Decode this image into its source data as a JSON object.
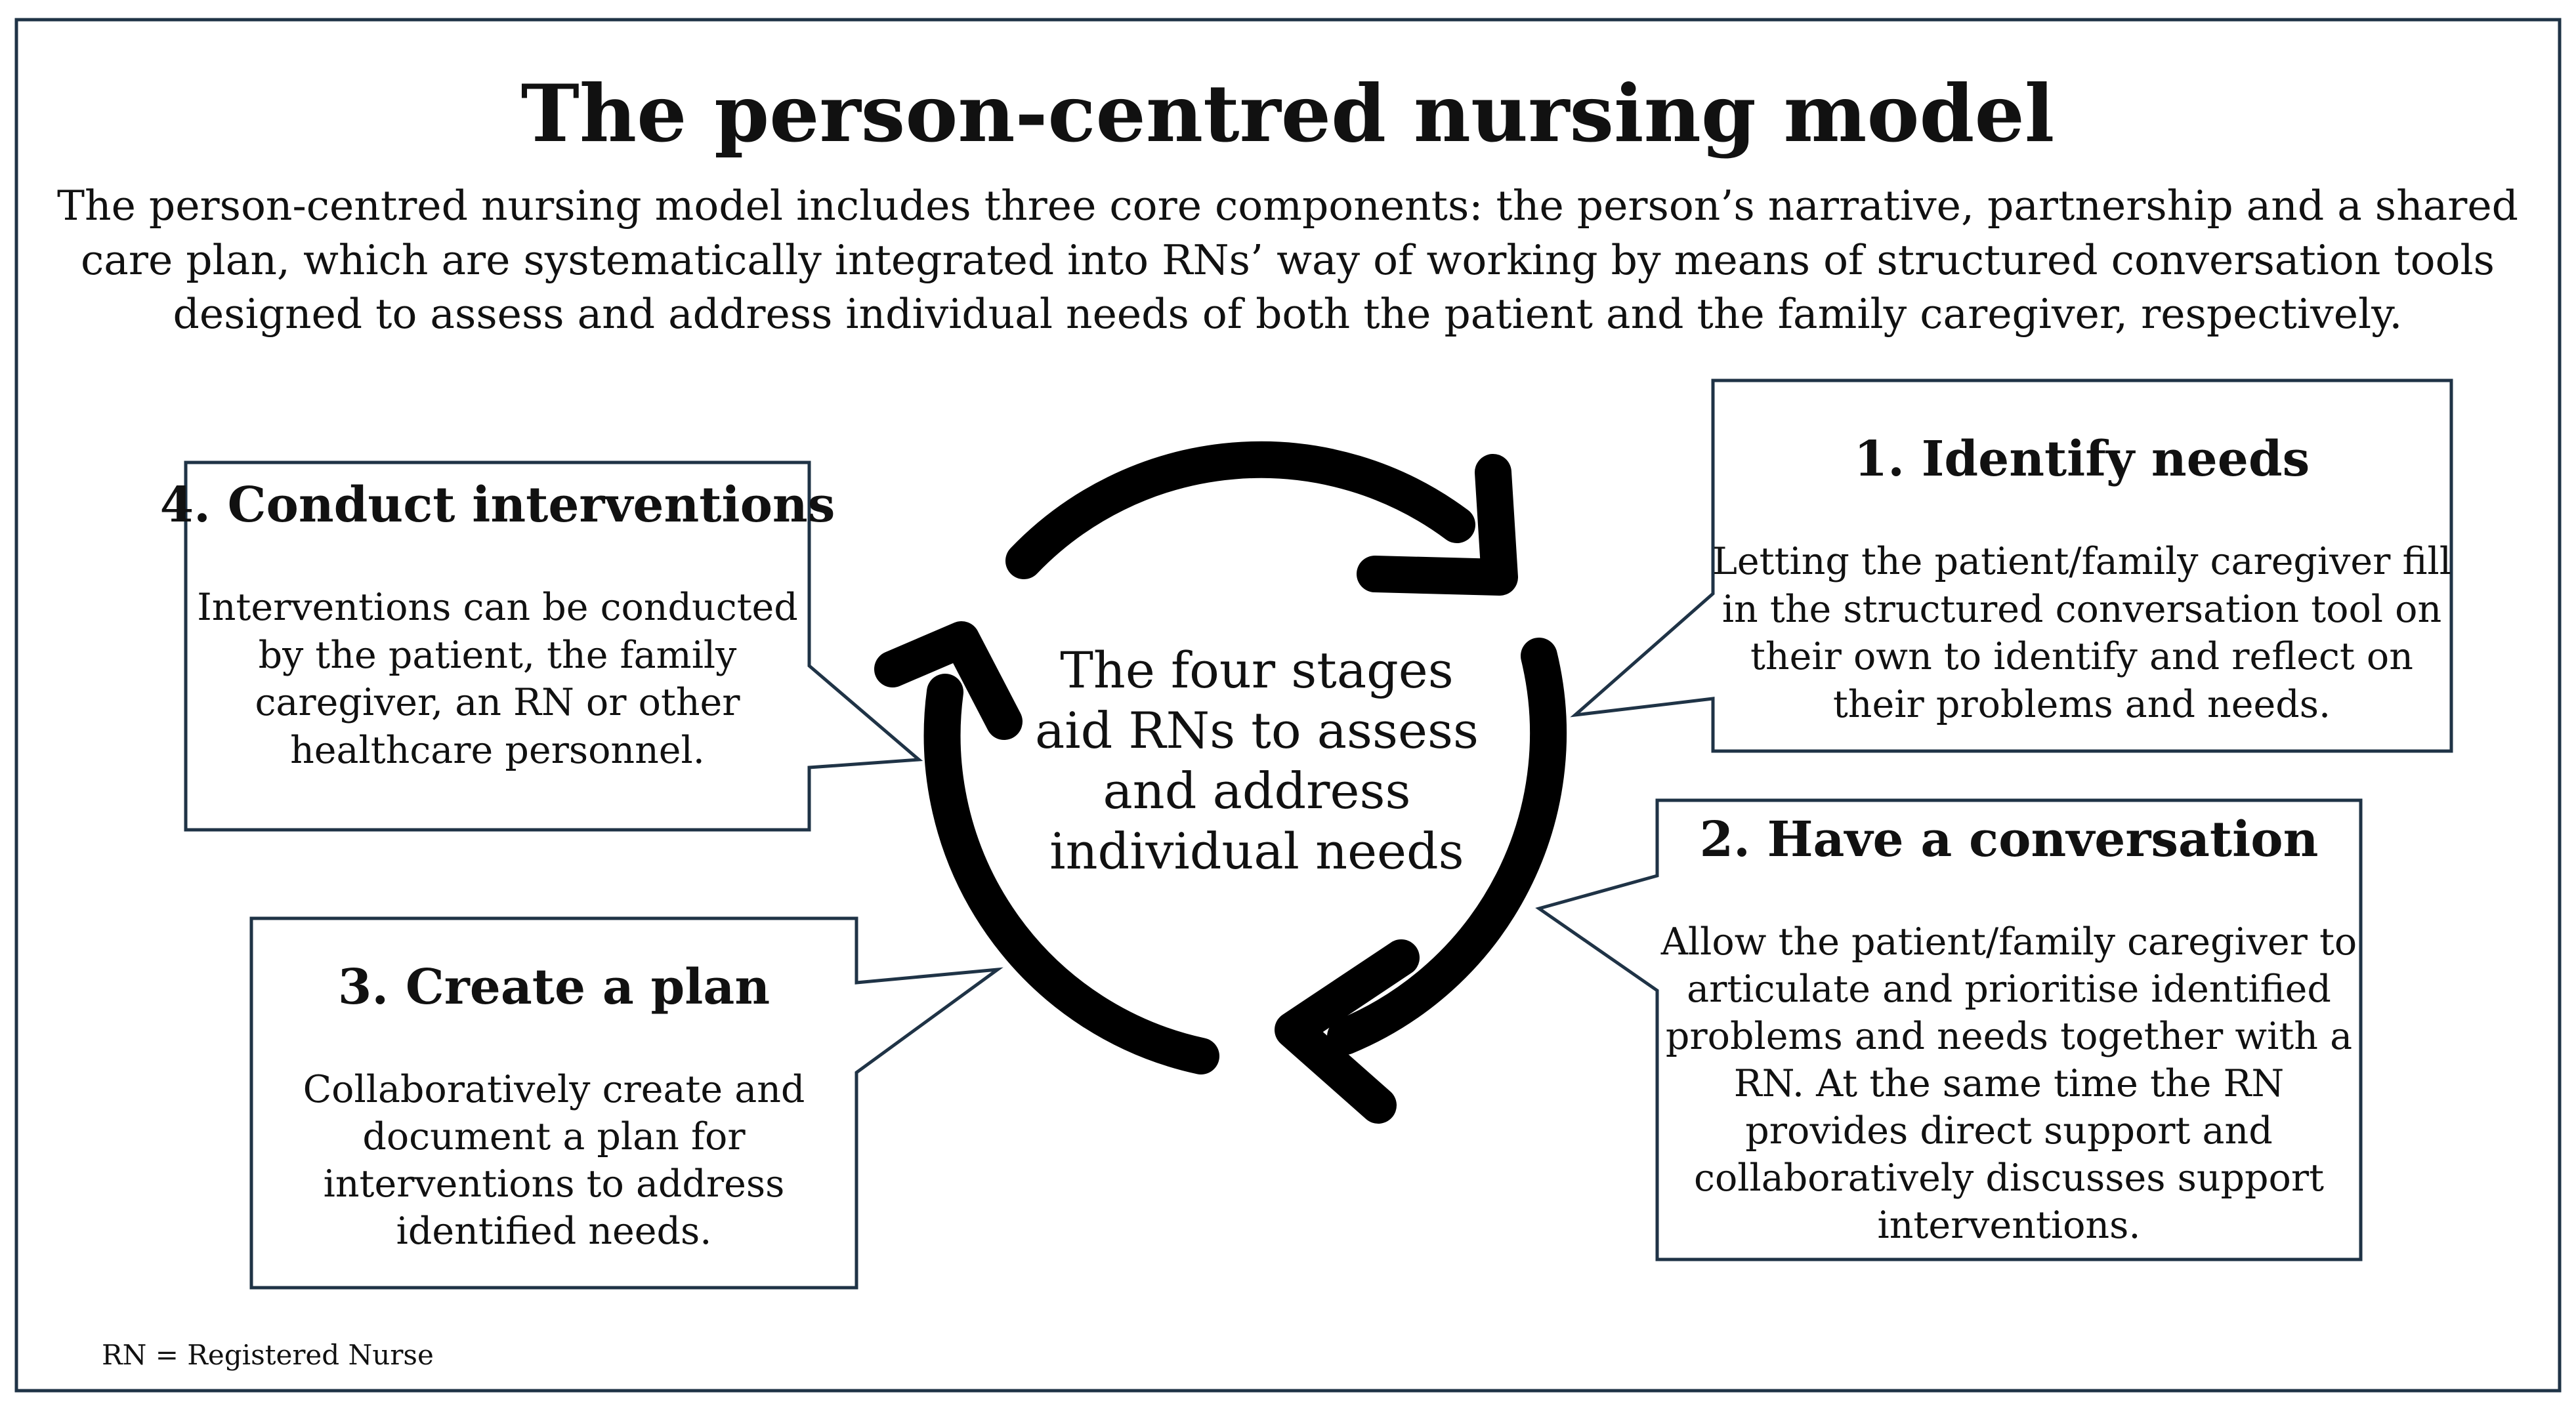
{
  "title": "The person-centred nursing model",
  "intro_lines": [
    "The person-centred nursing model includes three core components: the person’s narrative, partnership and a shared",
    "care plan, which are systematically integrated into RNs’ way of working by means of structured conversation tools",
    "designed to assess and address individual needs of both the patient and the family caregiver, respectively."
  ],
  "center_lines": [
    "The four stages",
    "aid RNs to assess",
    "and address",
    "individual needs"
  ],
  "stages": {
    "identify": {
      "heading": "1. Identify needs",
      "lines": [
        "Letting the patient/family caregiver fill",
        "in the structured conversation tool on",
        "their own to identify and reflect on",
        "their problems and needs."
      ]
    },
    "conversation": {
      "heading": "2. Have a conversation",
      "lines": [
        "Allow the patient/family caregiver to",
        "articulate and prioritise identified",
        "problems and needs together with a",
        "RN. At the same time the RN",
        "provides direct support and",
        "collaboratively discusses support",
        "interventions."
      ]
    },
    "plan": {
      "heading": "3. Create a plan",
      "lines": [
        "Collaboratively create and",
        "document a plan for",
        "interventions to address",
        "identified needs."
      ]
    },
    "interventions": {
      "heading": "4. Conduct interventions",
      "lines": [
        "Interventions can be conducted",
        "by the patient, the family",
        "caregiver, an RN or other",
        "healthcare personnel."
      ]
    }
  },
  "footnote": "RN = Registered Nurse",
  "colors": {
    "border": "#1f3346",
    "text": "#111111",
    "arrow": "#000000"
  }
}
